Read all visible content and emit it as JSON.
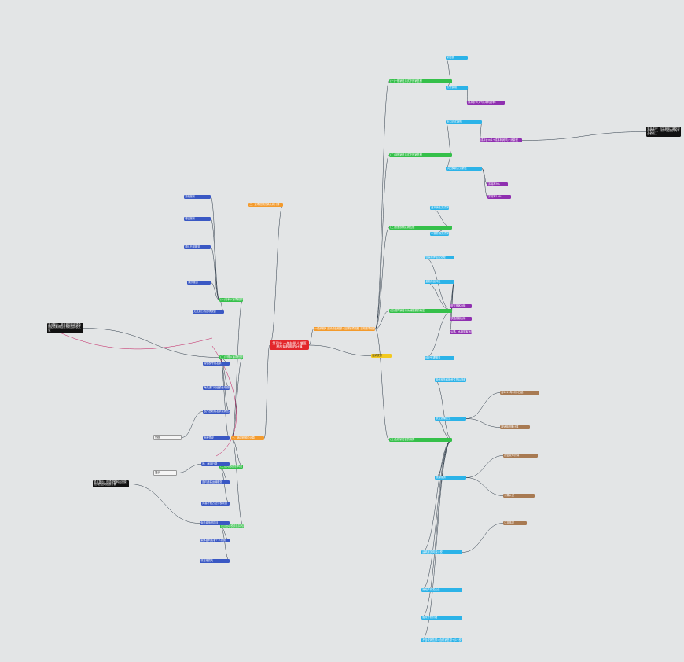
{
  "colors": {
    "background": "#e3e5e6",
    "root": "#e3262b",
    "level1": "#f39a2c",
    "level2": "#f3c91f",
    "level3": "#35c04a",
    "level4": "#2cb3e8",
    "level5": "#3a58c4",
    "level6": "#8f2fb0",
    "level7": "#a87a52",
    "note": "#f5f5f5",
    "dark_note": "#111111",
    "connector": "#2d3a48",
    "cross_link": "#c2185b"
  },
  "nodes": [
    {
      "text": "第四节 一般纳税人增值税应纳税额的计算",
      "color": "root"
    },
    {
      "text": "一般纳税人应纳增值税额=当期销项税额-当期进项税额，当期销项税额小于进项税额，不足抵扣部分可以结转下期继续抵扣",
      "color": "l1"
    },
    {
      "text": "一、销项税额的计算",
      "color": "l1"
    },
    {
      "text": "二、进项税额的确认和计算",
      "color": "l1"
    },
    {
      "text": "应纳税额",
      "color": "l2"
    },
    {
      "text": "(一)一般销售方式下的销售额",
      "color": "l3"
    },
    {
      "text": "(二)特殊销售方式下的销售额",
      "color": "l3"
    },
    {
      "text": "(三)按差额确定销售额",
      "color": "l3"
    },
    {
      "text": "(四)视同销售行为销售额的确定",
      "color": "l3"
    },
    {
      "text": "(五)含税销售额的换算",
      "color": "l3"
    },
    {
      "text": "(一)准予从销项税额中抵扣的进项税额",
      "color": "l3"
    },
    {
      "text": "(二)不得从销项税额中抵扣的进项税额",
      "color": "l3"
    },
    {
      "text": "(三)进项税额的转出",
      "color": "l3"
    },
    {
      "text": "(四)进项税额抵扣的期限",
      "color": "l3"
    },
    {
      "text": "销售额",
      "color": "l4"
    },
    {
      "text": "价外费用",
      "color": "l4"
    },
    {
      "text": "折扣方式销售",
      "color": "l4"
    },
    {
      "text": "以旧换新方式销售",
      "color": "l4"
    },
    {
      "text": "还本销售方式销售",
      "color": "l4"
    },
    {
      "text": "以物易物方式销售",
      "color": "l4"
    },
    {
      "text": "包装物押金的处理",
      "color": "l4"
    },
    {
      "text": "金融商品转让",
      "color": "l4"
    },
    {
      "text": "经纪代理服务",
      "color": "l4"
    },
    {
      "text": "融资租赁和融资性售后回租",
      "color": "l4"
    },
    {
      "text": "航空运输企业",
      "color": "l4"
    },
    {
      "text": "旅游服务",
      "color": "l4"
    },
    {
      "text": "建筑服务简易计税",
      "color": "l4"
    },
    {
      "text": "房地产开发企业",
      "color": "l4"
    },
    {
      "text": "组成计税价格",
      "color": "l4"
    },
    {
      "text": "不含税销售额=含税销售额÷(1+税率)",
      "color": "l4"
    },
    {
      "text": "增值税专用发票",
      "color": "l5"
    },
    {
      "text": "海关进口增值税专用缴款书",
      "color": "l5"
    },
    {
      "text": "农产品收购发票或销售发票",
      "color": "l5"
    },
    {
      "text": "完税凭证",
      "color": "l5"
    },
    {
      "text": "桥、闸通行费",
      "color": "l5"
    },
    {
      "text": "国内旅客运输服务",
      "color": "l5"
    },
    {
      "text": "简易计税方法计税项目",
      "color": "l5"
    },
    {
      "text": "免征增值税项目",
      "color": "l5"
    },
    {
      "text": "集体福利或者个人消费",
      "color": "l5"
    },
    {
      "text": "非正常损失",
      "color": "l5"
    },
    {
      "text": "贷款服务",
      "color": "l5"
    },
    {
      "text": "餐饮服务",
      "color": "l5"
    },
    {
      "text": "居民日常服务",
      "color": "l5"
    },
    {
      "text": "娱乐服务",
      "color": "l5"
    },
    {
      "text": "无法划分的进项税额",
      "color": "l5"
    },
    {
      "text": "成本价×(1+成本利润率)",
      "color": "l6"
    },
    {
      "text": "成本价×(1+成本利润率)+消费税",
      "color": "l6"
    },
    {
      "text": "扣除率9%",
      "color": "l6"
    },
    {
      "text": "扣除率10%",
      "color": "l6"
    },
    {
      "text": "航空旅客运输",
      "color": "l6"
    },
    {
      "text": "铁路旅客运输",
      "color": "l6"
    },
    {
      "text": "公路、水路旅客运输",
      "color": "l6"
    },
    {
      "text": "自2019年4月1日起",
      "color": "l7"
    },
    {
      "text": "按适用税率计算",
      "color": "l7"
    },
    {
      "text": "按征收率计算",
      "color": "l7"
    },
    {
      "text": "计算公式",
      "color": "l7"
    },
    {
      "text": "注意事项",
      "color": "l7"
    },
    {
      "text": "例题",
      "color": "note"
    },
    {
      "text": "提示",
      "color": "note"
    },
    {
      "text": "重点提示：价外费用一律视为含税收入，计算时应换算为不含税收入",
      "color": "dark_note"
    },
    {
      "text": "重点提示：准予抵扣的进项税额必须取得合法有效的扣税凭证",
      "color": "dark_note"
    },
    {
      "text": "重点提示：进项税额转出按原抵扣的进项税额计算",
      "color": "dark_note"
    }
  ]
}
